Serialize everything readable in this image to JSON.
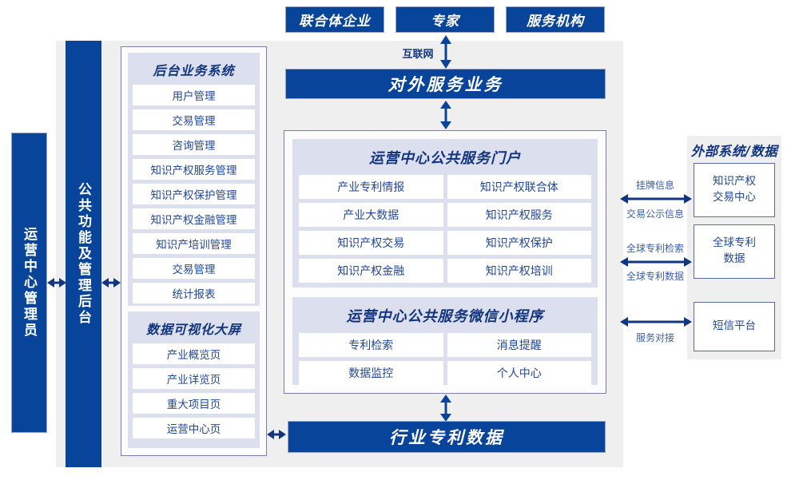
{
  "colors": {
    "primary_blue": "#08449a",
    "panel_grey": "#efefef",
    "group_lavender": "#dcdfed",
    "card_border": "#7b7fa8",
    "text_blue": "#21479b",
    "title_blue": "#12357f",
    "label_blue": "#3b5ea8"
  },
  "top_actors": [
    {
      "label": "联合体企业"
    },
    {
      "label": "专家"
    },
    {
      "label": "服务机构"
    }
  ],
  "internet_label": "互联网",
  "external_service_bar": "对外服务业务",
  "left_rails": [
    {
      "label": "运营中心管理员"
    },
    {
      "label": "公共功能及管理后台"
    }
  ],
  "backend_group": {
    "title": "后台业务系统",
    "items": [
      "用户管理",
      "交易管理",
      "咨询管理",
      "知识产权服务管理",
      "知识产权保护管理",
      "知识产权金融管理",
      "知识产培训管理",
      "交易管理",
      "统计报表"
    ]
  },
  "visualization_group": {
    "title": "数据可视化大屏",
    "items": [
      "产业概览页",
      "产业详览页",
      "重大项目页",
      "运营中心页"
    ]
  },
  "portal_group": {
    "title": "运营中心公共服务门户",
    "items": [
      "产业专利情报",
      "知识产权联合体",
      "产业大数据",
      "知识产权服务",
      "知识产权交易",
      "知识产权保护",
      "知识产权金融",
      "知识产权培训"
    ]
  },
  "miniprogram_group": {
    "title": "运营中心公共服务微信小程序",
    "items": [
      "专利检索",
      "消息提醒",
      "数据监控",
      "个人中心"
    ]
  },
  "bottom_bar": "行业专利数据",
  "external": {
    "title": "外部系统/数据",
    "boxes": [
      {
        "line1": "知识产权",
        "line2": "交易中心"
      },
      {
        "line1": "全球专利",
        "line2": "数据"
      },
      {
        "line1": "短信平台",
        "line2": ""
      }
    ],
    "edge_labels": [
      {
        "top": "挂牌信息",
        "bottom": "交易公示信息"
      },
      {
        "top": "全球专利检索",
        "bottom": "全球专利数据"
      },
      {
        "top": "",
        "bottom": "服务对接"
      }
    ]
  }
}
